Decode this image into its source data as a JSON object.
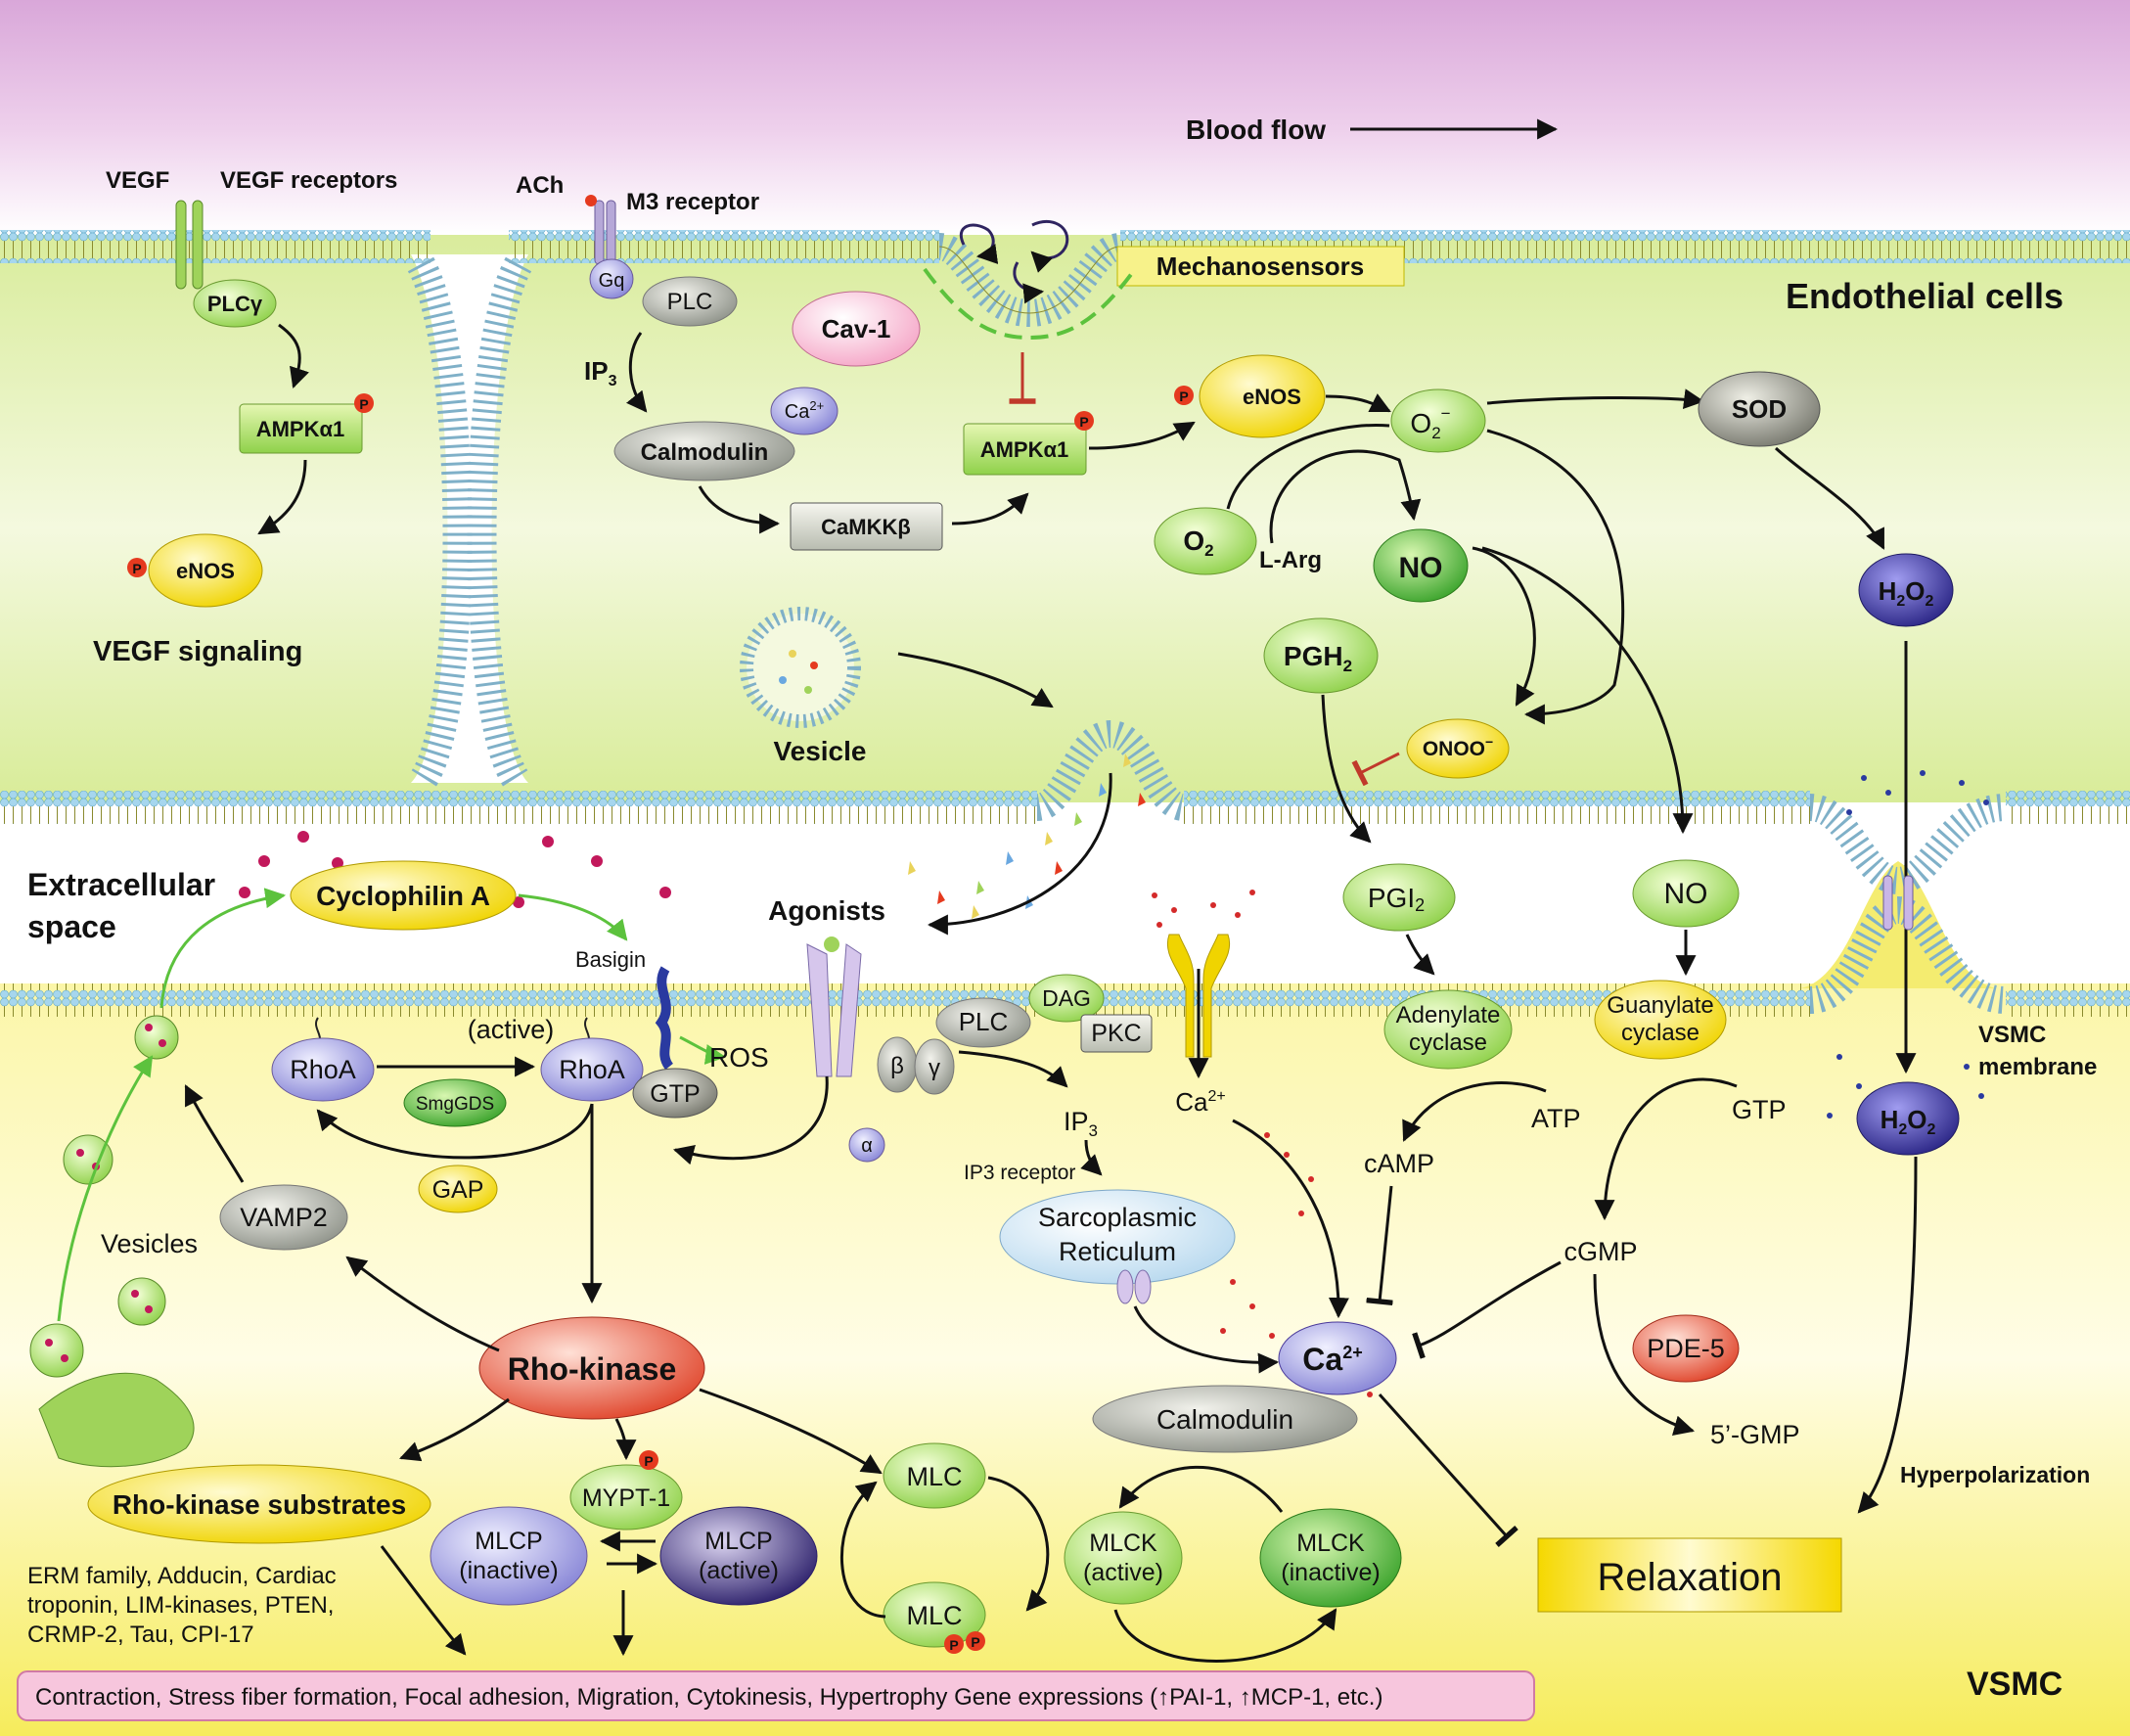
{
  "header": {
    "blood_flow": "Blood flow"
  },
  "regions": {
    "endothelial": "Endothelial cells",
    "extracellular_1": "Extracellular",
    "extracellular_2": "space",
    "vsmc": "VSMC",
    "vsmc_membrane_1": "VSMC",
    "vsmc_membrane_2": "membrane"
  },
  "vegf": {
    "vegf": "VEGF",
    "receptors": "VEGF receptors",
    "plc_gamma": "PLCγ",
    "ampk": "AMPKα1",
    "enos": "eNOS",
    "signaling": "VEGF signaling"
  },
  "ach": {
    "ach": "ACh",
    "m3": "M3 receptor",
    "gq": "Gq",
    "plc": "PLC",
    "ip3": "IP",
    "ip3_sub": "3",
    "ca": "Ca",
    "ca_sup": "2+",
    "calmodulin": "Calmodulin",
    "camkk": "CaMKKβ"
  },
  "mechano": {
    "mechanosensors": "Mechanosensors",
    "cav1": "Cav-1",
    "ampk": "AMPKα1",
    "enos": "eNOS",
    "o2_minus": "O",
    "o2_minus_sub": "2",
    "o2_minus_sup": "−",
    "sod": "SOD",
    "o2": "O",
    "o2_sub": "2",
    "larg": "L-Arg",
    "no": "NO",
    "h2o2": "H",
    "h2o2_sub1": "2",
    "h2o2_o": "O",
    "h2o2_sub2": "2",
    "pgh2": "PGH",
    "pgh2_sub": "2",
    "onoo": "ONOO",
    "onoo_sup": "−",
    "vesicle": "Vesicle"
  },
  "vsmc": {
    "cyclophilin": "Cyclophilin A",
    "basigin": "Basigin",
    "agonists": "Agonists",
    "pgi2": "PGI",
    "pgi2_sub": "2",
    "no": "NO",
    "rhoa_left": "RhoA",
    "rhoa_right": "RhoA",
    "active": "(active)",
    "gtp_rhoa": "GTP",
    "ros": "ROS",
    "smggds": "SmgGDS",
    "gap": "GAP",
    "plc": "PLC",
    "dag": "DAG",
    "pkc": "PKC",
    "alpha": "α",
    "beta": "β",
    "gamma": "γ",
    "ca_channel": "Ca",
    "ca_channel_sup": "2+",
    "adenylate_1": "Adenylate",
    "adenylate_2": "cyclase",
    "guanylate_1": "Guanylate",
    "guanylate_2": "cyclase",
    "atp": "ATP",
    "gtp": "GTP",
    "camp": "cAMP",
    "cgmp": "cGMP",
    "ip3": "IP",
    "ip3_sub": "3",
    "ip3_receptor": "IP3 receptor",
    "sr_1": "Sarcoplasmic",
    "sr_2": "Reticulum",
    "vamp2": "VAMP2",
    "vesicles": "Vesicles",
    "rho_kinase": "Rho-kinase",
    "ca_center": "Ca",
    "ca_center_sup": "2+",
    "pde5": "PDE-5",
    "gmp": "5’-GMP",
    "calmodulin": "Calmodulin",
    "h2o2": "H",
    "h2o2_sub1": "2",
    "h2o2_o": "O",
    "h2o2_sub2": "2",
    "hyperpolarization": "Hyperpolarization",
    "substrates": "Rho-kinase substrates",
    "substrates_list_1": "ERM family, Adducin, Cardiac",
    "substrates_list_2": "troponin, LIM-kinases, PTEN,",
    "substrates_list_3": "CRMP-2, Tau, CPI-17",
    "mypt1": "MYPT-1",
    "mlcp_inactive_1": "MLCP",
    "mlcp_inactive_2": "(inactive)",
    "mlcp_active_1": "MLCP",
    "mlcp_active_2": "(active)",
    "mlc_top": "MLC",
    "mlc_bottom": "MLC",
    "mlck_active_1": "MLCK",
    "mlck_active_2": "(active)",
    "mlck_inactive_1": "MLCK",
    "mlck_inactive_2": "(inactive)",
    "relaxation": "Relaxation",
    "outcomes": "Contraction, Stress fiber formation, Focal adhesion, Migration, Cytokinesis, Hypertrophy Gene expressions (↑PAI-1, ↑MCP-1, etc.)"
  },
  "phospho": "P",
  "colors": {
    "accent_green": "#5cc23d",
    "inhibit_red": "#c0392b",
    "endothelium": "#e6f2c1",
    "vsmc": "#f7f29a",
    "plasma": "#e3b4e0"
  }
}
